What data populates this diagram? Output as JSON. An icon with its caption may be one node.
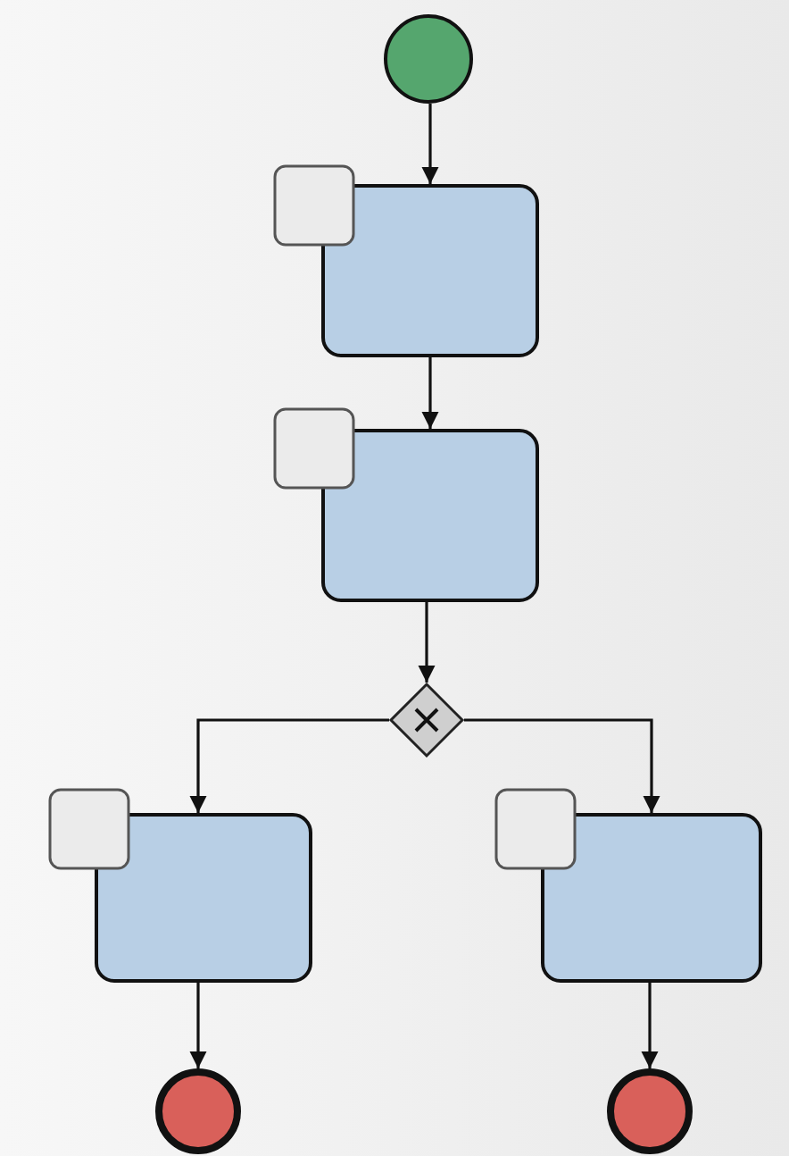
{
  "diagram": {
    "nodes": [
      {
        "text": [],
        "shape": "circle"
      },
      {
        "text": [],
        "shape": "box"
      },
      {
        "text": [],
        "shape": "box"
      },
      {
        "text": [],
        "shape": "box"
      },
      {
        "text": [],
        "shape": "box"
      },
      {
        "text": [],
        "shape": "diamond"
      },
      {
        "text": [],
        "shape": "box"
      },
      {
        "text": [],
        "shape": "box"
      },
      {
        "text": [],
        "shape": "box"
      },
      {
        "text": [],
        "shape": "box"
      },
      {
        "text": [],
        "shape": "circle"
      },
      {
        "text": [],
        "shape": "circle"
      }
    ],
    "edges": [
      {
        "from": 0,
        "to": 2,
        "arrow": "to"
      },
      {
        "from": 2,
        "to": 4,
        "arrow": "to"
      },
      {
        "from": 4,
        "to": 5,
        "arrow": "to"
      },
      {
        "from": 5,
        "to": 7,
        "arrow": "to"
      },
      {
        "from": 5,
        "to": 9,
        "arrow": "to"
      },
      {
        "from": 7,
        "to": 10,
        "arrow": "to"
      },
      {
        "from": 9,
        "to": 11,
        "arrow": "to"
      }
    ]
  }
}
